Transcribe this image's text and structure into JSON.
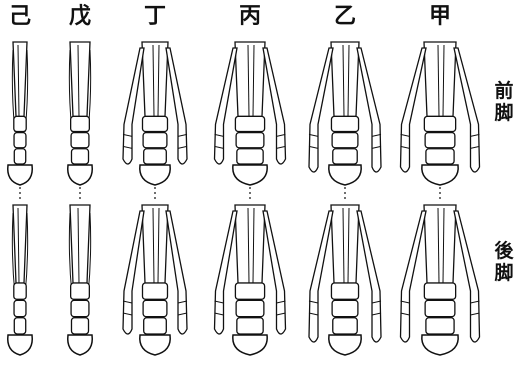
{
  "columns": [
    {
      "label": "己",
      "toes": 1
    },
    {
      "label": "戊",
      "toes": 1
    },
    {
      "label": "丁",
      "toes": 3
    },
    {
      "label": "丙",
      "toes": 3
    },
    {
      "label": "乙",
      "toes": 3
    },
    {
      "label": "甲",
      "toes": 3
    }
  ],
  "rows": [
    {
      "label": "前脚"
    },
    {
      "label": "後脚"
    }
  ]
}
